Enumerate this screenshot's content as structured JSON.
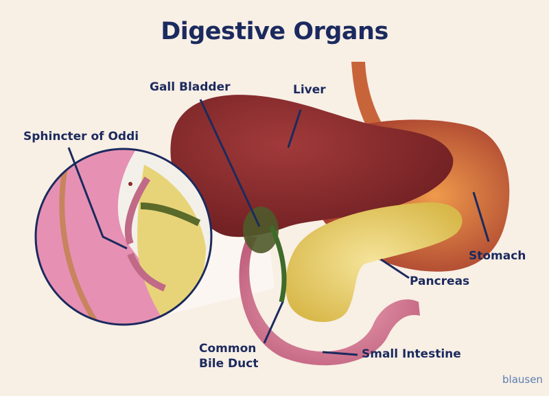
{
  "title": "Digestive Organs",
  "labels": {
    "gall_bladder": "Gall Bladder",
    "liver": "Liver",
    "sphincter": "Sphincter of Oddi",
    "stomach": "Stomach",
    "pancreas": "Pancreas",
    "common_bile_duct_1": "Common",
    "common_bile_duct_2": "Bile Duct",
    "small_intestine": "Small Intestine"
  },
  "logo": "blausen",
  "colors": {
    "background": "#f8efe5",
    "label": "#1b2a5e",
    "liver": "#8a2a2a",
    "stomach": "#d9743e",
    "pancreas": "#e8cf6a",
    "intestine": "#d9829a",
    "gall_bladder": "#4d5a2a"
  }
}
